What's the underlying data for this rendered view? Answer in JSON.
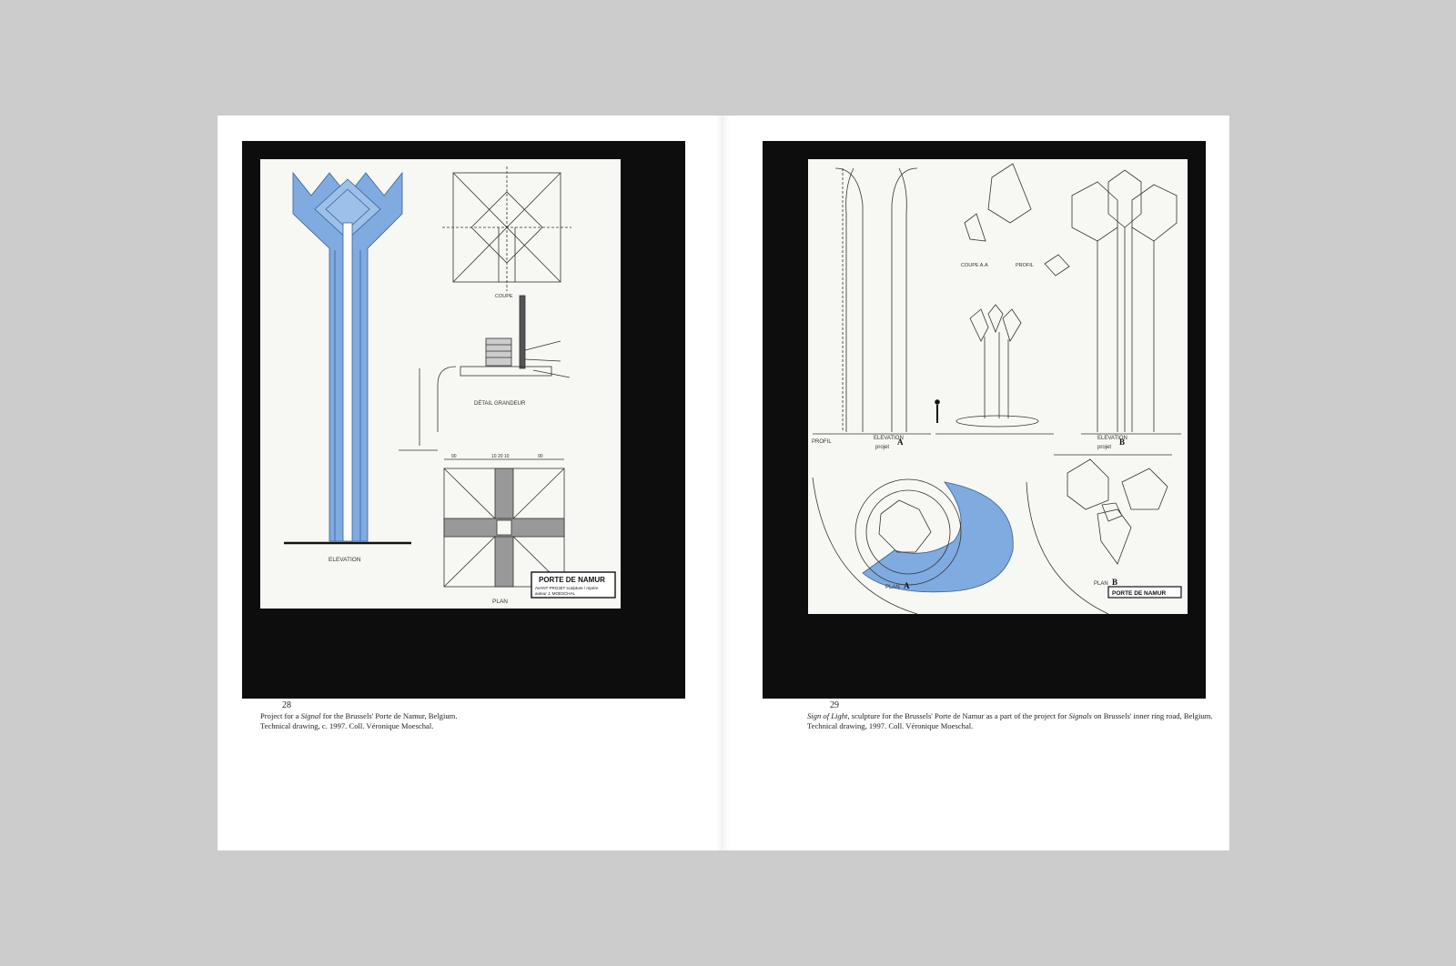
{
  "left_page": {
    "page_number": "28",
    "caption_line1_pre": "Project for a ",
    "caption_line1_em": "Signal",
    "caption_line1_post": " for the Brussels' Porte de Namur, Belgium.",
    "caption_line2": "Technical drawing, c. 1997. Coll. Véronique Moeschal.",
    "drawing": {
      "elevation_label": "ELEVATION",
      "section_label": "COUPE",
      "detail_label": "DÉTAIL GRANDEUR",
      "plan_label": "PLAN",
      "titleblock_title": "PORTE DE NAMUR",
      "titleblock_line2": "AVANT PROJET sculpture / repère",
      "titleblock_line3": "auteur J. MOESCHAL",
      "dims": [
        "90",
        "10 20 10",
        "90"
      ],
      "colors": {
        "blue_fill": "#7fabe0"
      }
    }
  },
  "right_page": {
    "page_number": "29",
    "caption_line1_em1": "Sign of Light",
    "caption_line1_mid": ", sculpture for the Brussels' Porte de Namur as a part of the project for ",
    "caption_line1_em2": "Signals",
    "caption_line1_post": " on Brussels' inner ring road, Belgium.",
    "caption_line2": "Technical drawing, 1997. Coll. Véronique Moeschal.",
    "drawing": {
      "profil_label": "PROFIL",
      "elevation_a_label": "ELEVATION",
      "elevation_a_sub": "projet",
      "elevation_a_letter": "A",
      "coupe_label": "COUPE A.A",
      "profil_label_2": "PROFIL",
      "elevation_b_label": "ELEVATION",
      "elevation_b_sub": "projet",
      "elevation_b_letter": "B",
      "plan_a_label": "PLAN",
      "plan_a_letter": "A",
      "plan_b_label": "PLAN",
      "plan_b_letter": "B",
      "titleblock_title": "PORTE DE NAMUR",
      "colors": {
        "blue_fill": "#7fabe0"
      }
    }
  }
}
